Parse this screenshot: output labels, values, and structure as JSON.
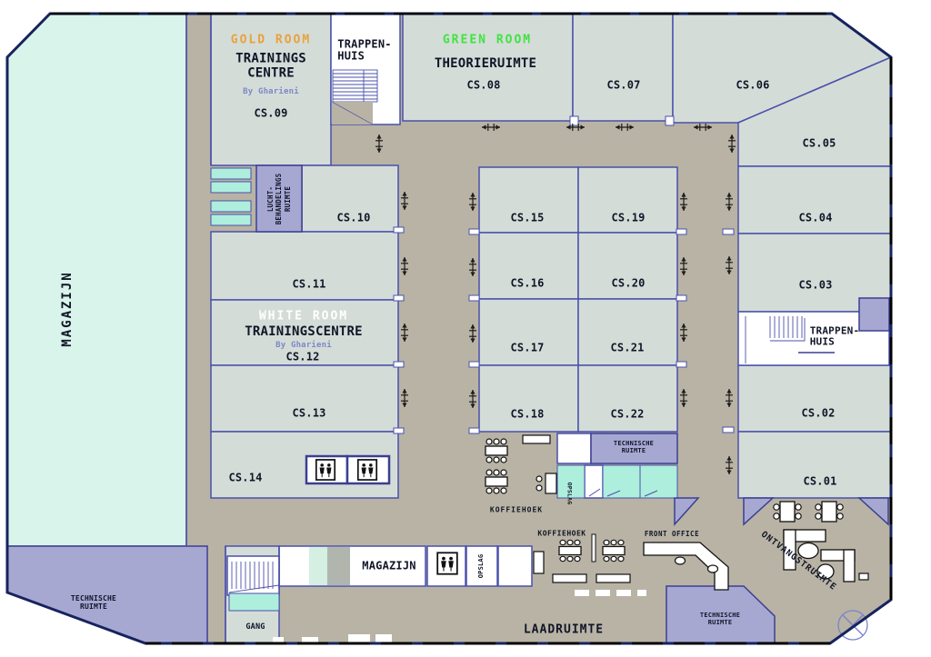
{
  "plan_title": "Floor plan - Gharieni trainings centre",
  "colors": {
    "room_fill": "#D4DCD8",
    "corridor": "#B8B3A4",
    "mint_area": "#D9F4EA",
    "mint_bright": "#AEEEDD",
    "purple_room": "#A6A8D2",
    "wall": "#4A50AA",
    "outline": "#16235E",
    "gold_accent": "#E8A23C",
    "green_accent": "#3FE43F",
    "gharieni_blue": "#7D88C8",
    "text": "#111527"
  },
  "magazijn_left": "MAGAZIJN",
  "gold": {
    "tag": "GOLD ROOM",
    "name_l1": "TRAININGS",
    "name_l2": "CENTRE",
    "by": "By Gharieni",
    "code": "CS.09"
  },
  "green": {
    "tag": "GREEN ROOM",
    "name": "THEORIERUIMTE",
    "code": "CS.08"
  },
  "white": {
    "tag": "WHITE ROOM",
    "name": "TRAININGSCENTRE",
    "by": "By Gharieni",
    "code": "CS.12"
  },
  "stairs_top": {
    "l1": "TRAPPEN-",
    "l2": "HUIS"
  },
  "stairs_right": {
    "l1": "TRAPPEN-",
    "l2": "HUIS"
  },
  "lucht": {
    "l1": "LUCHT-",
    "l2": "BEHANDELINGS",
    "l3": "RUIMTE"
  },
  "rooms": {
    "cs01": "CS.01",
    "cs02": "CS.02",
    "cs03": "CS.03",
    "cs04": "CS.04",
    "cs05": "CS.05",
    "cs06": "CS.06",
    "cs07": "CS.07",
    "cs10": "CS.10",
    "cs11": "CS.11",
    "cs13": "CS.13",
    "cs14": "CS.14",
    "cs15": "CS.15",
    "cs16": "CS.16",
    "cs17": "CS.17",
    "cs18": "CS.18",
    "cs19": "CS.19",
    "cs20": "CS.20",
    "cs21": "CS.21",
    "cs22": "CS.22"
  },
  "tech_mid": {
    "l1": "TECHNISCHE",
    "l2": "RUIMTE"
  },
  "tech_bottom_right": {
    "l1": "TECHNISCHE",
    "l2": "RUIMTE"
  },
  "tech_bottom_left": {
    "l1": "TECHNISCHE",
    "l2": "RUIMTE"
  },
  "koffiehoek_mid": "KOFFIEHOEK",
  "koffiehoek_bottom": "KOFFIEHOEK",
  "opslag_mid": "OPSLAG",
  "opslag_bottom": "OPSLAG",
  "magazijn_bottom": "MAGAZIJN",
  "front_office": "FRONT OFFICE",
  "ontvangstruimte": "ONTVANGSTRUIMTE",
  "laadruimte": "LAADRUIMTE",
  "gang": "GANG"
}
